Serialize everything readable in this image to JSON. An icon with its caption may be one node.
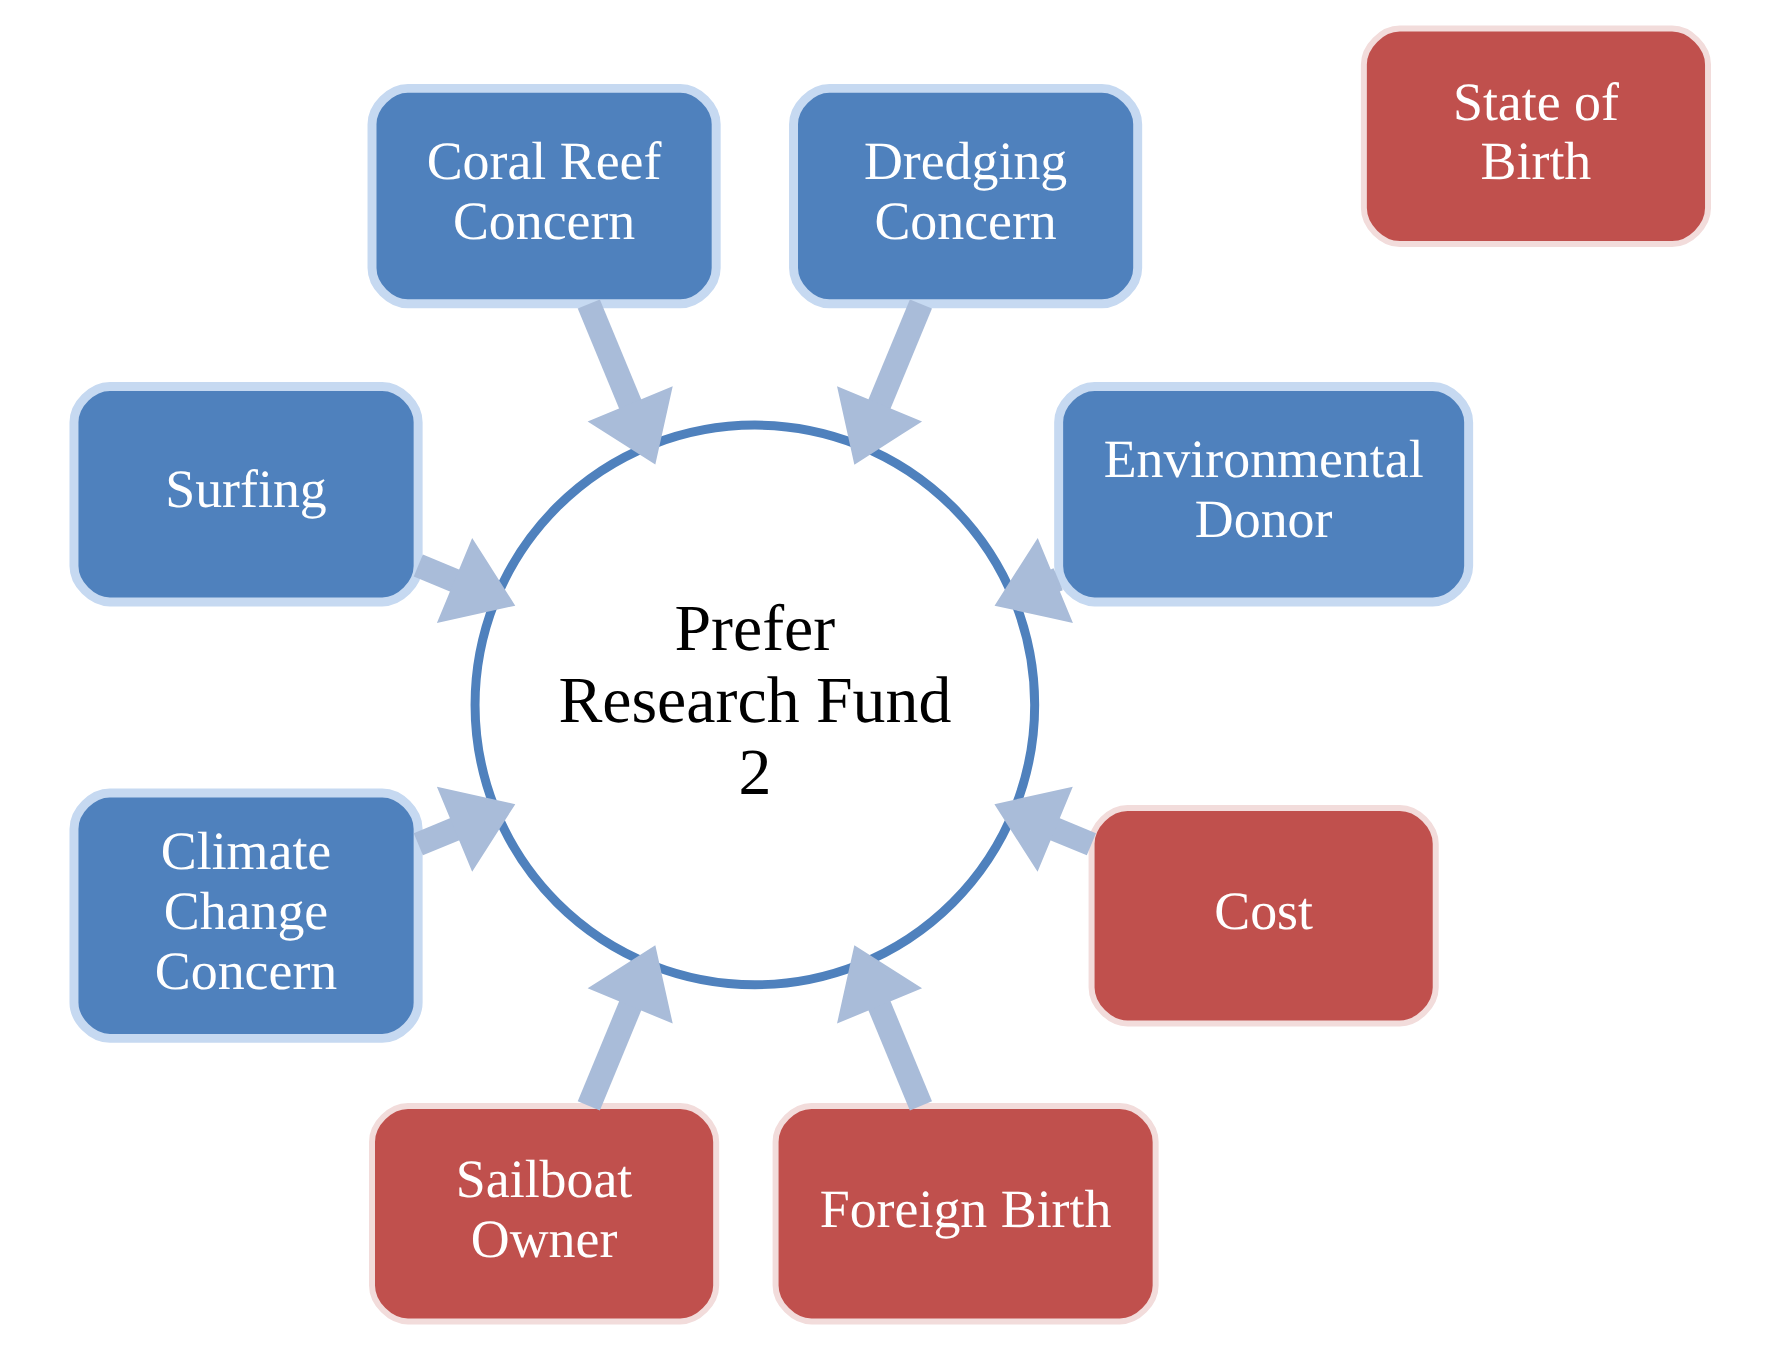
{
  "diagram": {
    "nodes": [
      {
        "text": [
          "Environmental Donor"
        ]
      },
      {
        "text": [
          "Dredging Concern"
        ]
      },
      {
        "text": [
          "Coral Reef Concern"
        ]
      },
      {
        "text": [
          "Surfing"
        ]
      },
      {
        "text": [
          "Climate Change Concern"
        ]
      },
      {
        "text": [
          "Prefer Research Fund 2"
        ]
      },
      {
        "text": [
          "Sailboat Owner"
        ]
      },
      {
        "text": [
          "Foreign Birth"
        ]
      },
      {
        "text": [
          "Cost"
        ]
      },
      {
        "text": [
          "State of Birth"
        ]
      }
    ],
    "edges": [
      {
        "from": 0,
        "to": 5,
        "arrow": "to"
      },
      {
        "from": 1,
        "to": 5,
        "arrow": "to"
      },
      {
        "from": 3,
        "to": 5,
        "arrow": "to"
      },
      {
        "from": 2,
        "to": 5,
        "arrow": "to"
      },
      {
        "from": 4,
        "to": 5,
        "arrow": "to"
      },
      {
        "from": 6,
        "to": 5,
        "arrow": "to"
      },
      {
        "from": 7,
        "to": 5,
        "arrow": "to"
      },
      {
        "from": 8,
        "to": 5,
        "arrow": "to"
      }
    ]
  }
}
